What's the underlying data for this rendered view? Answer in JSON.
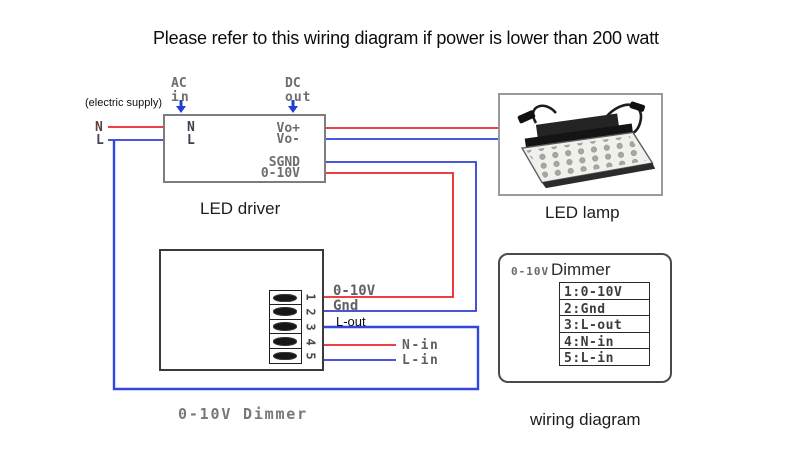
{
  "title": "Please refer to this wiring diagram if power is lower than 200 watt",
  "colors": {
    "wire_red": "#e9262b",
    "wire_blue": "#2f3fd3",
    "arrow_blue": "#1f3fd8",
    "label_gray": "#6e6e6e"
  },
  "supply": {
    "note": "(electric supply)",
    "n": "N",
    "l": "L"
  },
  "ac_in": {
    "line1": "AC",
    "line2": "in"
  },
  "dc_out": {
    "line1": "DC",
    "line2": "out"
  },
  "driver": {
    "caption": "LED driver",
    "n": "N",
    "l": "L",
    "vo_plus": "Vo+",
    "vo_minus": "Vo-",
    "sgnd": "SGND",
    "v010": "0-10V"
  },
  "lamp": {
    "caption": "LED lamp"
  },
  "dimmer": {
    "caption": "0-10V Dimmer",
    "terminals": [
      "1",
      "2",
      "3",
      "4",
      "5"
    ],
    "wire_labels": {
      "t1": "0-10V",
      "t2": "Gnd",
      "t3": "L-out",
      "t4": "N-in",
      "t5": "L-in"
    }
  },
  "panel": {
    "header_small": "0-10V",
    "header_big": "Dimmer",
    "rows": [
      "1:0-10V",
      "2:Gnd",
      "3:L-out",
      "4:N-in",
      "5:L-in"
    ],
    "caption": "wiring diagram"
  }
}
